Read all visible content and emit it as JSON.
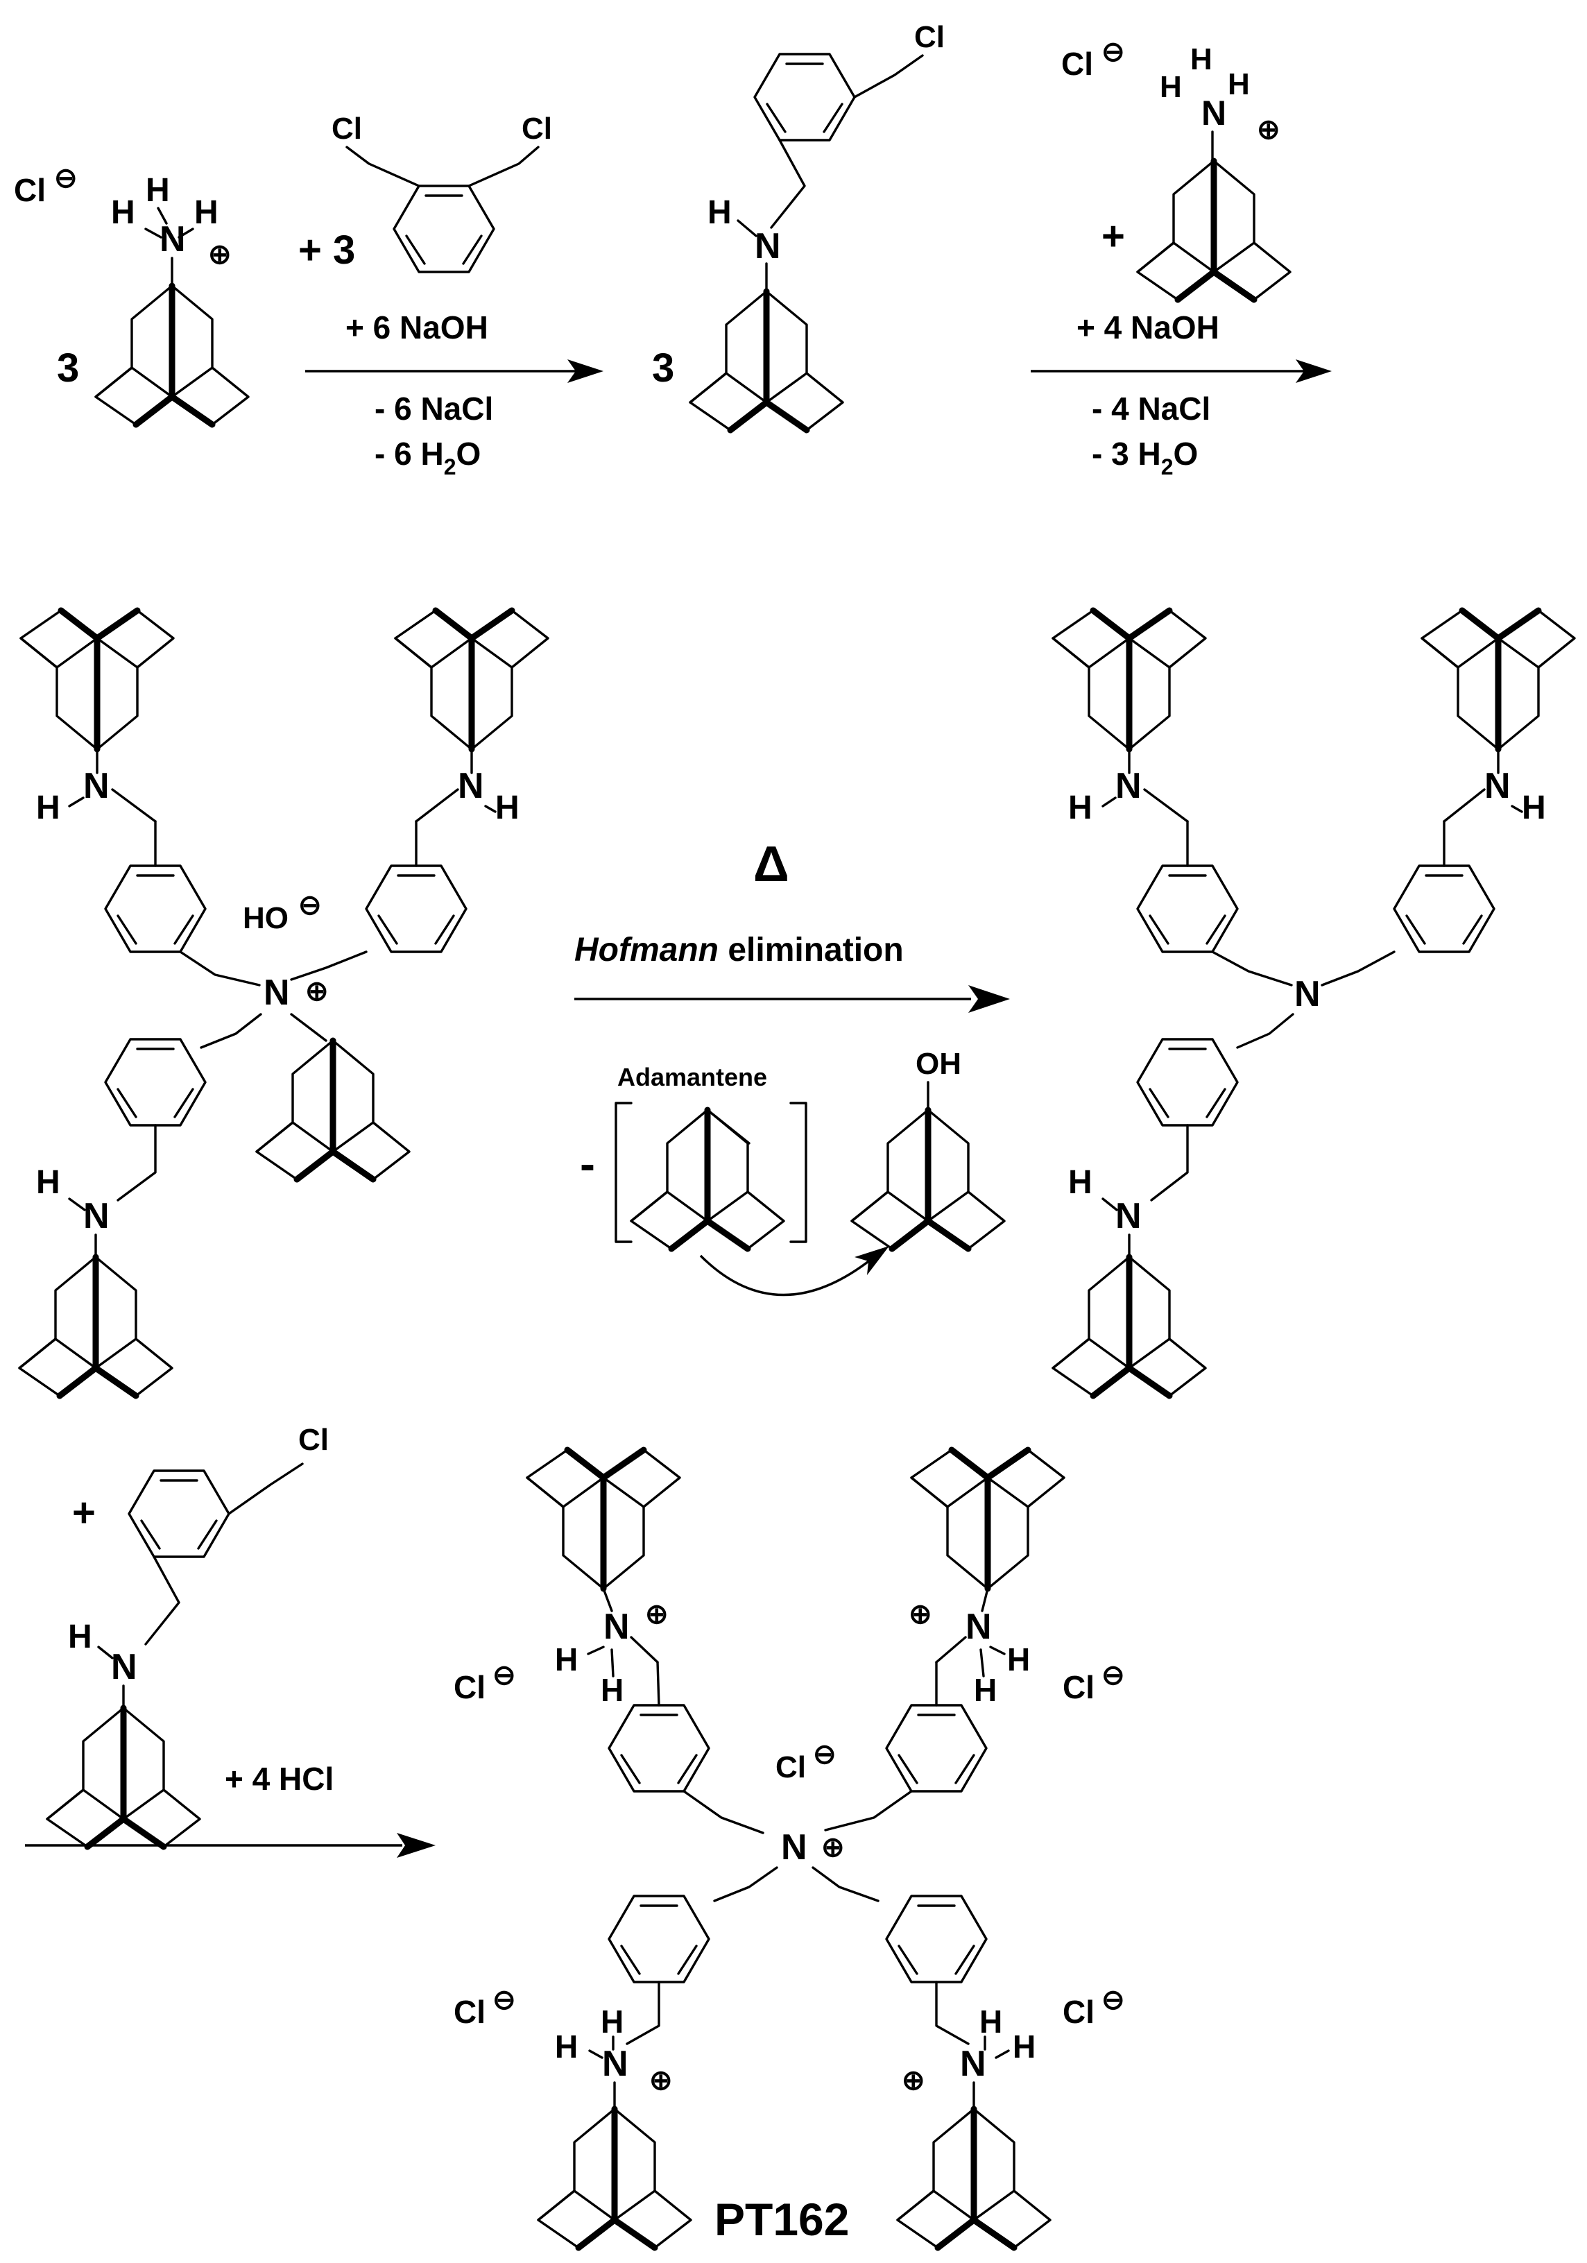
{
  "labels": {
    "chloride": "Cl",
    "chlorine": "Cl",
    "nitrogen": "N",
    "hydrogen": "H",
    "hydroxide": "HO",
    "hydroxyl": "OH",
    "plus_sign": "+",
    "minus_sign": "-",
    "charge_plus": "⊕",
    "charge_minus": "⊖",
    "three": "3",
    "plus_three": "+ 3",
    "subscript_2": "2"
  },
  "step1": {
    "reagent": "+ 6 NaOH",
    "byproduct_1": "- 6 NaCl",
    "byproduct_2_prefix": "- 6 H",
    "byproduct_2_suffix": "O"
  },
  "step2": {
    "reagent": "+ 4 NaOH",
    "byproduct_1": "- 4 NaCl",
    "byproduct_2_prefix": "- 3 H",
    "byproduct_2_suffix": "O"
  },
  "step3": {
    "heat_symbol": "Δ",
    "reaction_name_italic": "Hofmann",
    "reaction_name_rest": " elimination",
    "intermediate_label": "Adamantene"
  },
  "step4": {
    "reagent": "+ 4 HCl"
  },
  "product_name": "PT162"
}
